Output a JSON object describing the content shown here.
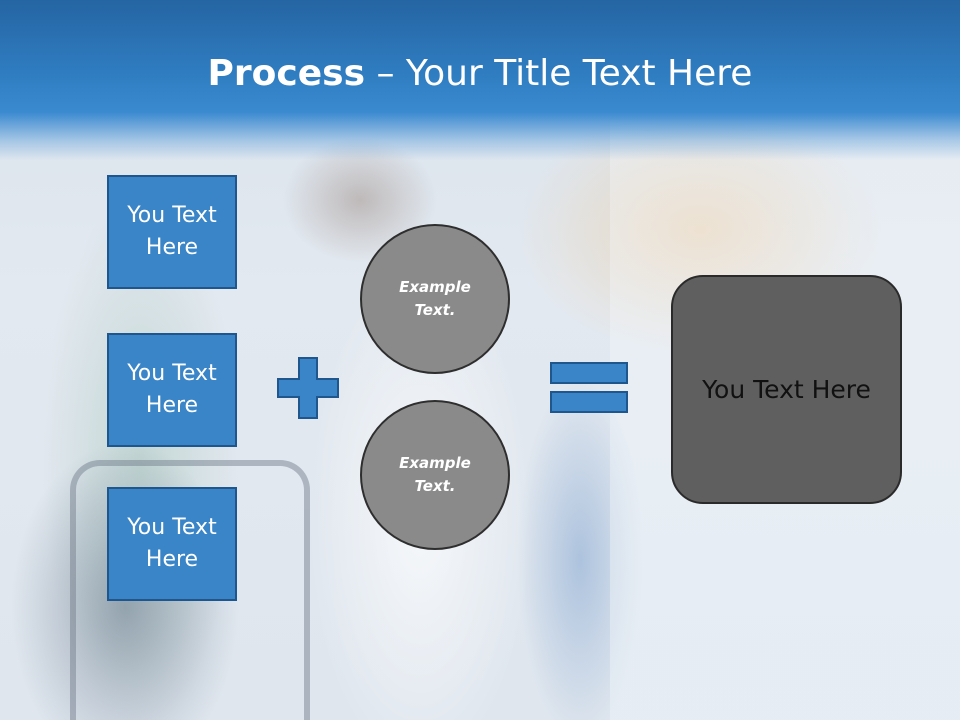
{
  "slide": {
    "title_bold": "Process",
    "title_rest": " – Your Title Text Here"
  },
  "left_boxes": [
    {
      "label": "You Text Here"
    },
    {
      "label": "You Text Here"
    },
    {
      "label": "You Text Here"
    }
  ],
  "circles": [
    {
      "label": "Example Text."
    },
    {
      "label": "Example Text."
    }
  ],
  "result_box": {
    "label": "You Text Here"
  },
  "colors": {
    "header": "#2f7cc0",
    "box_fill": "#3a85c8",
    "box_border": "#20568e",
    "circle_fill": "#8a8a8a",
    "result_fill": "#5f5f5f"
  },
  "icons": {
    "plus": "plus-icon",
    "equals": "equals-icon"
  }
}
